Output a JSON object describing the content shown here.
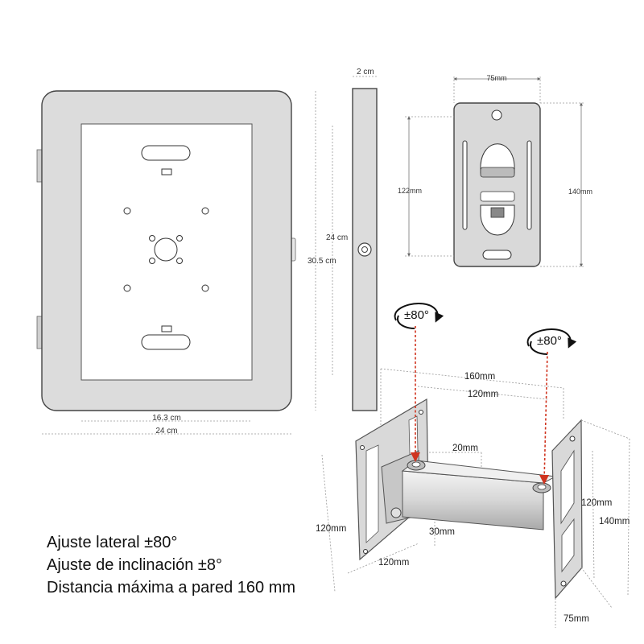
{
  "front_view": {
    "inner_height": "24 cm",
    "outer_height": "30.5 cm",
    "inner_width": "16.3 cm",
    "outer_width": "24 cm"
  },
  "side_view": {
    "depth": "2 cm"
  },
  "wall_plate": {
    "width": "75mm",
    "inner_height": "122mm",
    "outer_height": "140mm"
  },
  "arm": {
    "rotation_left": "±80°",
    "rotation_right": "±80°",
    "max_extension": "160mm",
    "hole_spacing": "120mm",
    "arm_height": "20mm",
    "arm_offset": "30mm",
    "left_plate_height": "120mm",
    "left_plate_width": "120mm",
    "right_plate_inner_height": "120mm",
    "right_plate_outer_height": "140mm",
    "right_plate_width": "75mm"
  },
  "features": [
    "Ajuste lateral ±80°",
    "Ajuste de inclinación ±8°",
    "Distancia máxima a pared 160 mm"
  ],
  "colors": {
    "enclosure_fill": "#dcdcdc",
    "outline": "#444444",
    "rotation_arrow": "#d0341f",
    "plate_fill": "#d9d9d9"
  }
}
